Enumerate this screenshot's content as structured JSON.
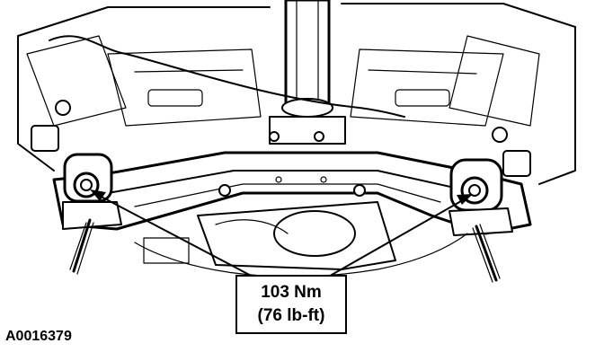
{
  "callout": {
    "torque_metric": "103 Nm",
    "torque_imperial": "(76 lb-ft)"
  },
  "figure_id": "A0016379"
}
